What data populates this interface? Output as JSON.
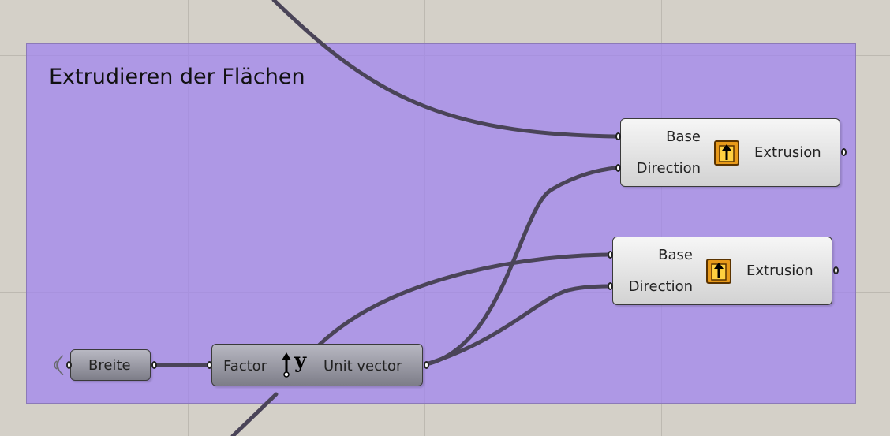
{
  "group": {
    "title": "Extrudieren der Flächen",
    "color": "#a082f0"
  },
  "slider_node": {
    "label": "Breite",
    "emitter_icon": "wifi-emitter-icon"
  },
  "unit_y_node": {
    "input_label": "Factor",
    "output_label": "Unit vector",
    "icon": "unit-y-vector-icon",
    "icon_text": "y"
  },
  "extrude_nodes": [
    {
      "input_1": "Base",
      "input_2": "Direction",
      "output": "Extrusion",
      "icon": "extrude-icon"
    },
    {
      "input_1": "Base",
      "input_2": "Direction",
      "output": "Extrusion",
      "icon": "extrude-icon"
    }
  ]
}
